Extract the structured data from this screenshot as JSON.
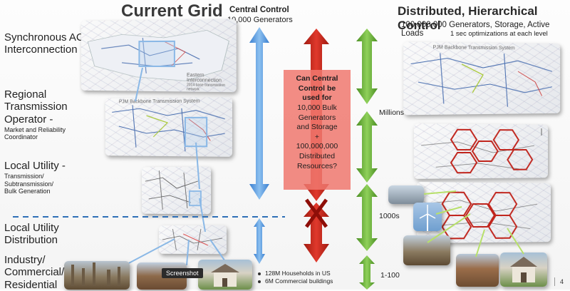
{
  "header": {
    "title": "Current Grid",
    "right_title": "Distributed, Hierarchical Control",
    "right_sub1": "100,000,000 Generators, Storage, Active Loads",
    "right_sub2": "1 sec optimizations at each level",
    "center_title": "Central Control",
    "center_sub": "10,000 Generators"
  },
  "levels": [
    {
      "big": "Synchronous AC\nInterconnection",
      "small": ""
    },
    {
      "big": "Regional\nTransmission\nOperator -",
      "small": "Market and Reliability\nCoordinator"
    },
    {
      "big": "Local Utility -",
      "small": "Transmission/\nSubtransmission/\nBulk Generation"
    },
    {
      "big": "Local Utility\nDistribution",
      "small": ""
    },
    {
      "big": "Industry/\nCommercial/\nResidential",
      "small": ""
    }
  ],
  "map_labels": {
    "eastern1": "Eastern",
    "eastern2": "Interconnection",
    "eastern3": "2014 base transmission network",
    "pjm": "PJM Backbone Transmission System"
  },
  "callout": {
    "line1": "Can Central",
    "line2": "Control be",
    "line3": "used for",
    "line4": "10,000 Bulk",
    "line5": "Generators",
    "line6": "and Storage",
    "line7": "+",
    "line8": "100,000,000",
    "line9": "Distributed",
    "line10": "Resources?"
  },
  "scale_labels": {
    "millions": "Millions",
    "thousands": "1000s",
    "hundred": "1-100"
  },
  "bullets": [
    "128M Households in US",
    "6M Commercial buildings"
  ],
  "screenshot_tag": "Screenshot",
  "page_number": "4",
  "colors": {
    "blue_arrow": "#4a90d9",
    "red_arrow": "#c81e14",
    "green_arrow": "#5aa62e",
    "callout": "#f0786e",
    "dashed_line": "#2e6fb7",
    "hex_red": "#c0241c"
  }
}
